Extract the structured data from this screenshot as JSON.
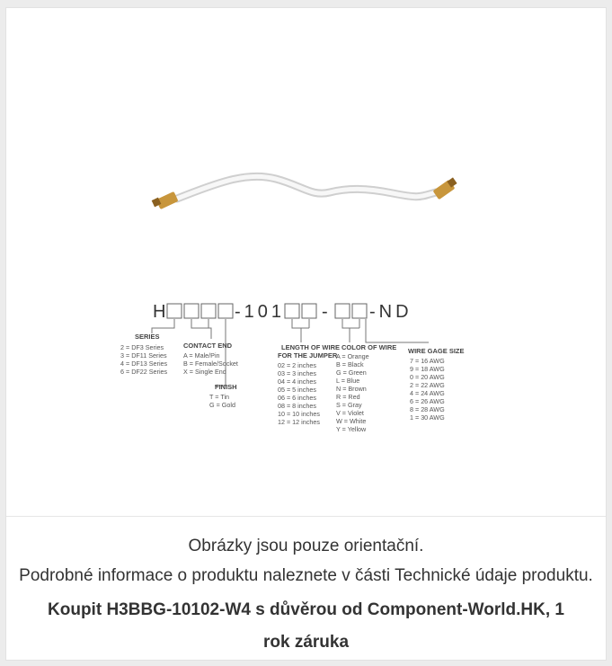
{
  "product_image": {
    "part_number_template": {
      "prefix": "H",
      "middle": "-101",
      "dash": "-",
      "suffix": "-ND"
    },
    "series": {
      "title": "SERIES",
      "options": [
        "2 = DF3 Series",
        "3 = DF11 Series",
        "4 = DF13 Series",
        "6 = DF22 Series"
      ]
    },
    "contact_end": {
      "title": "CONTACT END",
      "options": [
        "A = Male/Pin",
        "B = Female/Socket",
        "X = Single End"
      ]
    },
    "finish": {
      "title": "FINISH",
      "options": [
        "T = Tin",
        "G = Gold"
      ]
    },
    "length": {
      "title_line1": "LENGTH OF WIRE",
      "title_line2": "FOR THE JUMPER",
      "options": [
        "02 = 2 inches",
        "03 = 3 inches",
        "04 = 4 inches",
        "05 = 5 inches",
        "06 = 6 inches",
        "08 = 8 inches",
        "10 = 10 inches",
        "12 = 12 inches"
      ]
    },
    "color": {
      "title": "COLOR OF WIRE",
      "options": [
        "A = Orange",
        "B = Black",
        "G = Green",
        "L = Blue",
        "N = Brown",
        "R = Red",
        "S = Gray",
        "V = Violet",
        "W = White",
        "Y = Yellow"
      ]
    },
    "gage": {
      "title": "WIRE GAGE SIZE",
      "options": [
        "7 = 16 AWG",
        "9 = 18 AWG",
        "0 = 20 AWG",
        "2 = 22 AWG",
        "4 = 24 AWG",
        "6 = 26 AWG",
        "8 = 28 AWG",
        "1 = 30 AWG"
      ]
    }
  },
  "captions": {
    "line1": "Obrázky jsou pouze orientační.",
    "line2": "Podrobné informace o produktu naleznete v části Technické údaje produktu.",
    "line3": "Koupit H3BBG-10102-W4 s důvěrou od Component-World.HK, 1 rok záruka"
  },
  "colors": {
    "background": "#ececec",
    "card": "#ffffff",
    "text": "#333333",
    "connector": "#c8963c"
  }
}
